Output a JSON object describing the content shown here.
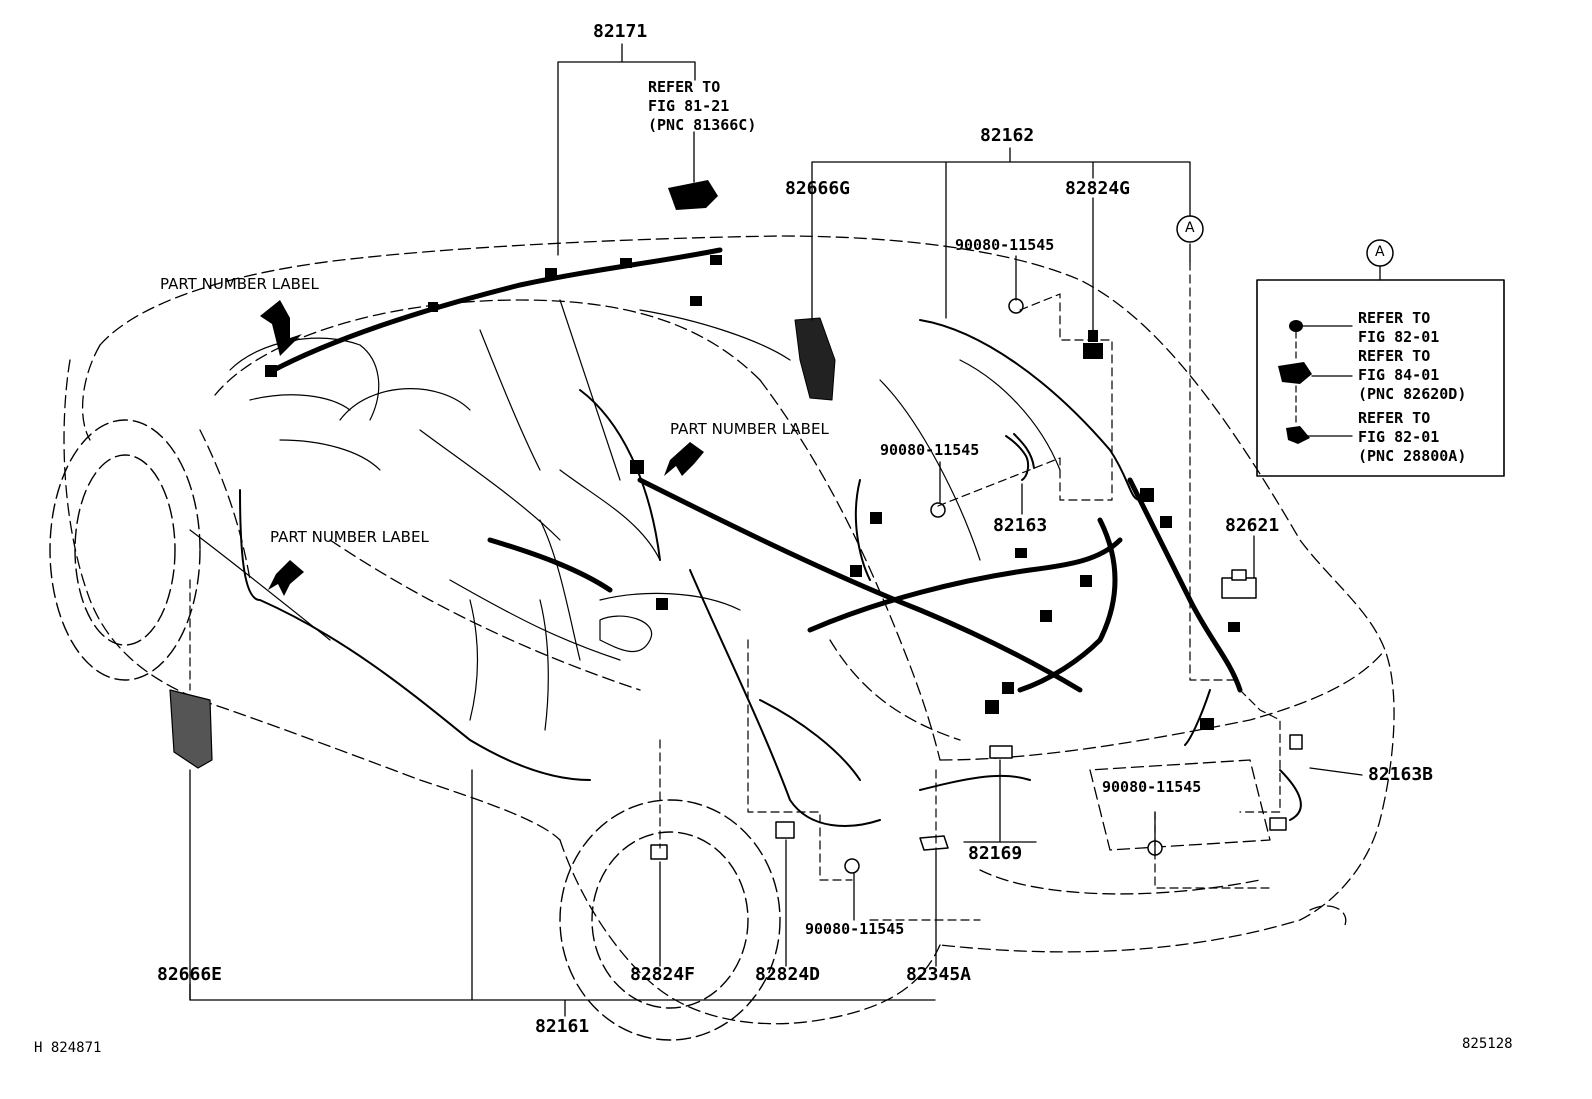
{
  "callouts": {
    "p82171": "82171",
    "p82162": "82162",
    "p82666G": "82666G",
    "p82824G": "82824G",
    "p90080_a": "90080-11545",
    "p90080_b": "90080-11545",
    "p90080_c": "90080-11545",
    "p90080_d": "90080-11545",
    "p82163": "82163",
    "p82621": "82621",
    "p82163B": "82163B",
    "p82169": "82169",
    "p82666E": "82666E",
    "p82824F": "82824F",
    "p82824D": "82824D",
    "p82345A": "82345A",
    "p82161": "82161"
  },
  "refer_top": [
    "REFER TO",
    "FIG  81-21",
    "(PNC 81366C)"
  ],
  "part_labels": {
    "label1": "PART NUMBER LABEL",
    "label2": "PART NUMBER LABEL",
    "label3": "PART NUMBER LABEL"
  },
  "circle_marker": "A",
  "legend": {
    "marker": "A",
    "items": [
      [
        "REFER TO",
        "FIG 82-01"
      ],
      [
        "REFER TO",
        "FIG 84-01",
        "(PNC 82620D)"
      ],
      [
        "REFER TO",
        "FIG 82-01",
        "(PNC 28800A)"
      ]
    ]
  },
  "footer": {
    "left": "H  824871",
    "right": "825128"
  },
  "colors": {
    "ink": "#000000",
    "paper": "#ffffff"
  }
}
